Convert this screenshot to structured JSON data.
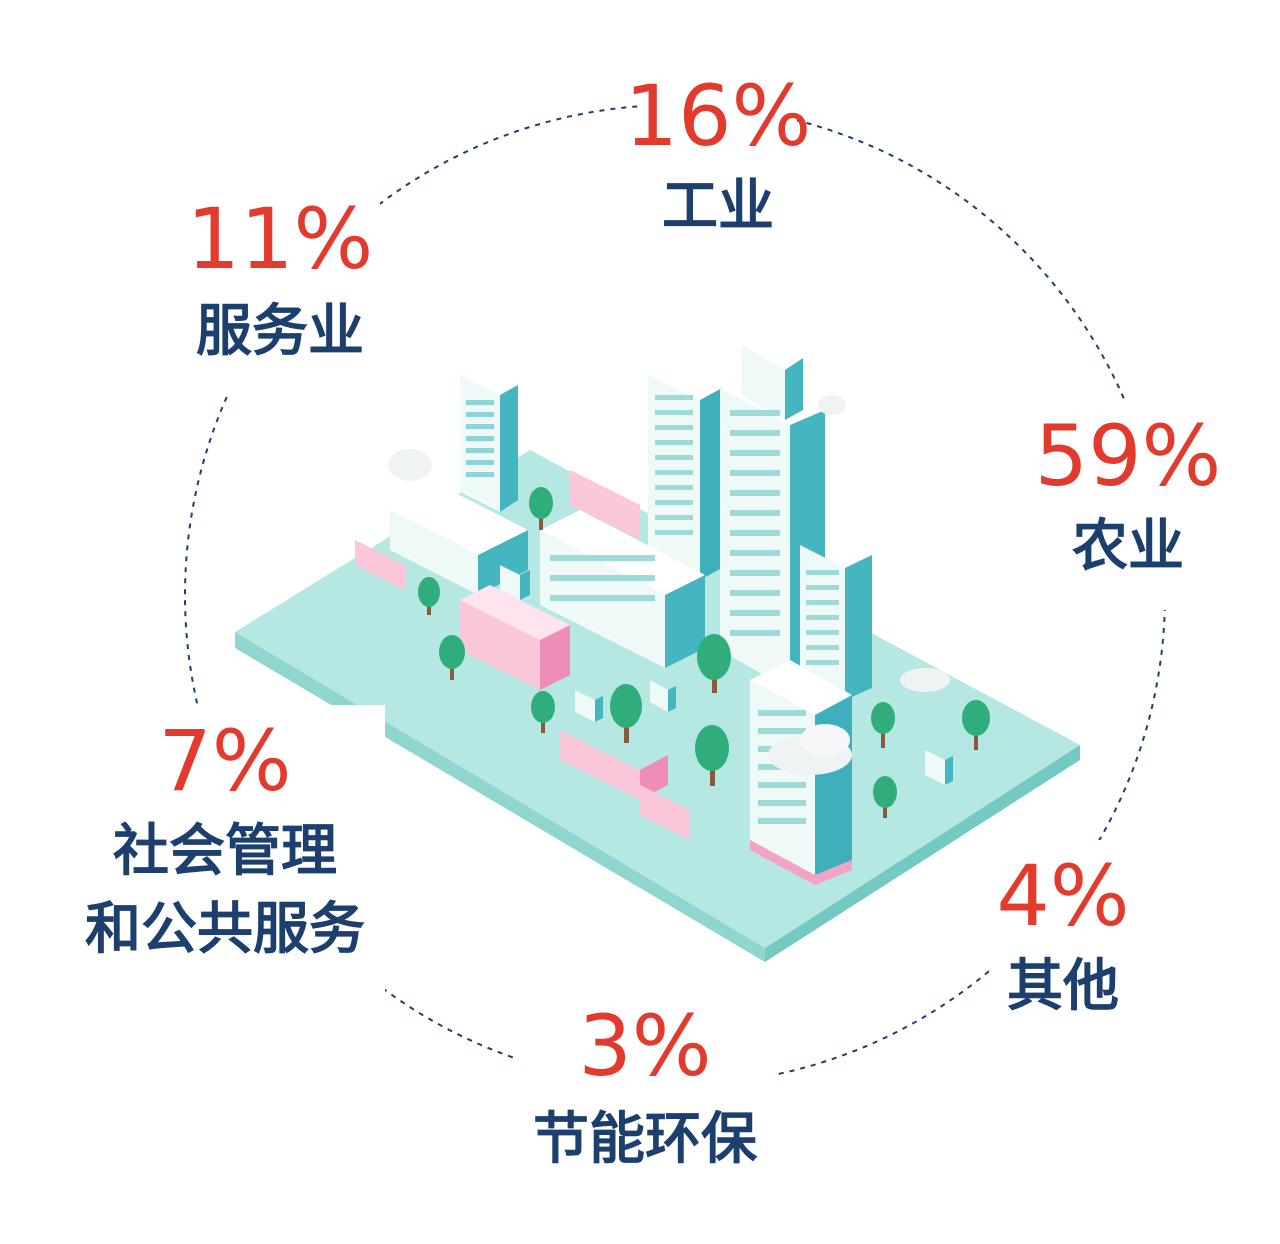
{
  "chart_data": {
    "type": "pie",
    "title": "",
    "slices": [
      {
        "label": "工业",
        "value": 16,
        "value_text": "16%"
      },
      {
        "label": "农业",
        "value": 59,
        "value_text": "59%"
      },
      {
        "label": "其他",
        "value": 4,
        "value_text": "4%"
      },
      {
        "label": "节能环保",
        "value": 3,
        "value_text": "3%"
      },
      {
        "label": "社会管理\n和公共服务",
        "value": 7,
        "value_text": "7%"
      },
      {
        "label": "服务业",
        "value": 11,
        "value_text": "11%"
      }
    ],
    "colors": {
      "percent": "#e23a2c",
      "label": "#1d3f6e",
      "ring": "#1d3f6e"
    }
  },
  "illustration": {
    "icon": "isometric-city-icon"
  }
}
